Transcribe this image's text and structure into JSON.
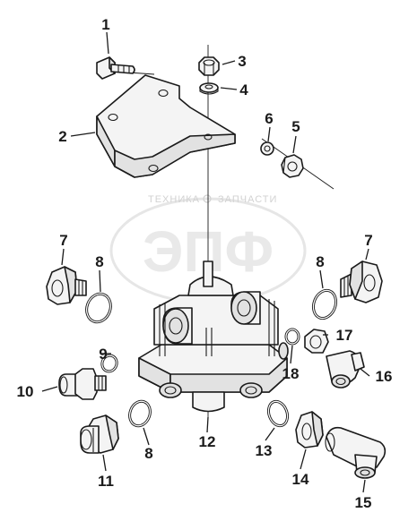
{
  "watermark": {
    "top_text": "ТЕХНИКА",
    "top_text_right": "ЗАПЧАСТИ",
    "logo_text": "ЭПФ"
  },
  "callouts": [
    {
      "id": "c1",
      "label": "1"
    },
    {
      "id": "c2",
      "label": "2"
    },
    {
      "id": "c3",
      "label": "3"
    },
    {
      "id": "c4",
      "label": "4"
    },
    {
      "id": "c5",
      "label": "5"
    },
    {
      "id": "c6",
      "label": "6"
    },
    {
      "id": "c7a",
      "label": "7"
    },
    {
      "id": "c7b",
      "label": "7"
    },
    {
      "id": "c8a",
      "label": "8"
    },
    {
      "id": "c8b",
      "label": "8"
    },
    {
      "id": "c8c",
      "label": "8"
    },
    {
      "id": "c9",
      "label": "9"
    },
    {
      "id": "c10",
      "label": "10"
    },
    {
      "id": "c11",
      "label": "11"
    },
    {
      "id": "c12",
      "label": "12"
    },
    {
      "id": "c13",
      "label": "13"
    },
    {
      "id": "c14",
      "label": "14"
    },
    {
      "id": "c15",
      "label": "15"
    },
    {
      "id": "c16",
      "label": "16"
    },
    {
      "id": "c17",
      "label": "17"
    },
    {
      "id": "c18",
      "label": "18"
    }
  ]
}
